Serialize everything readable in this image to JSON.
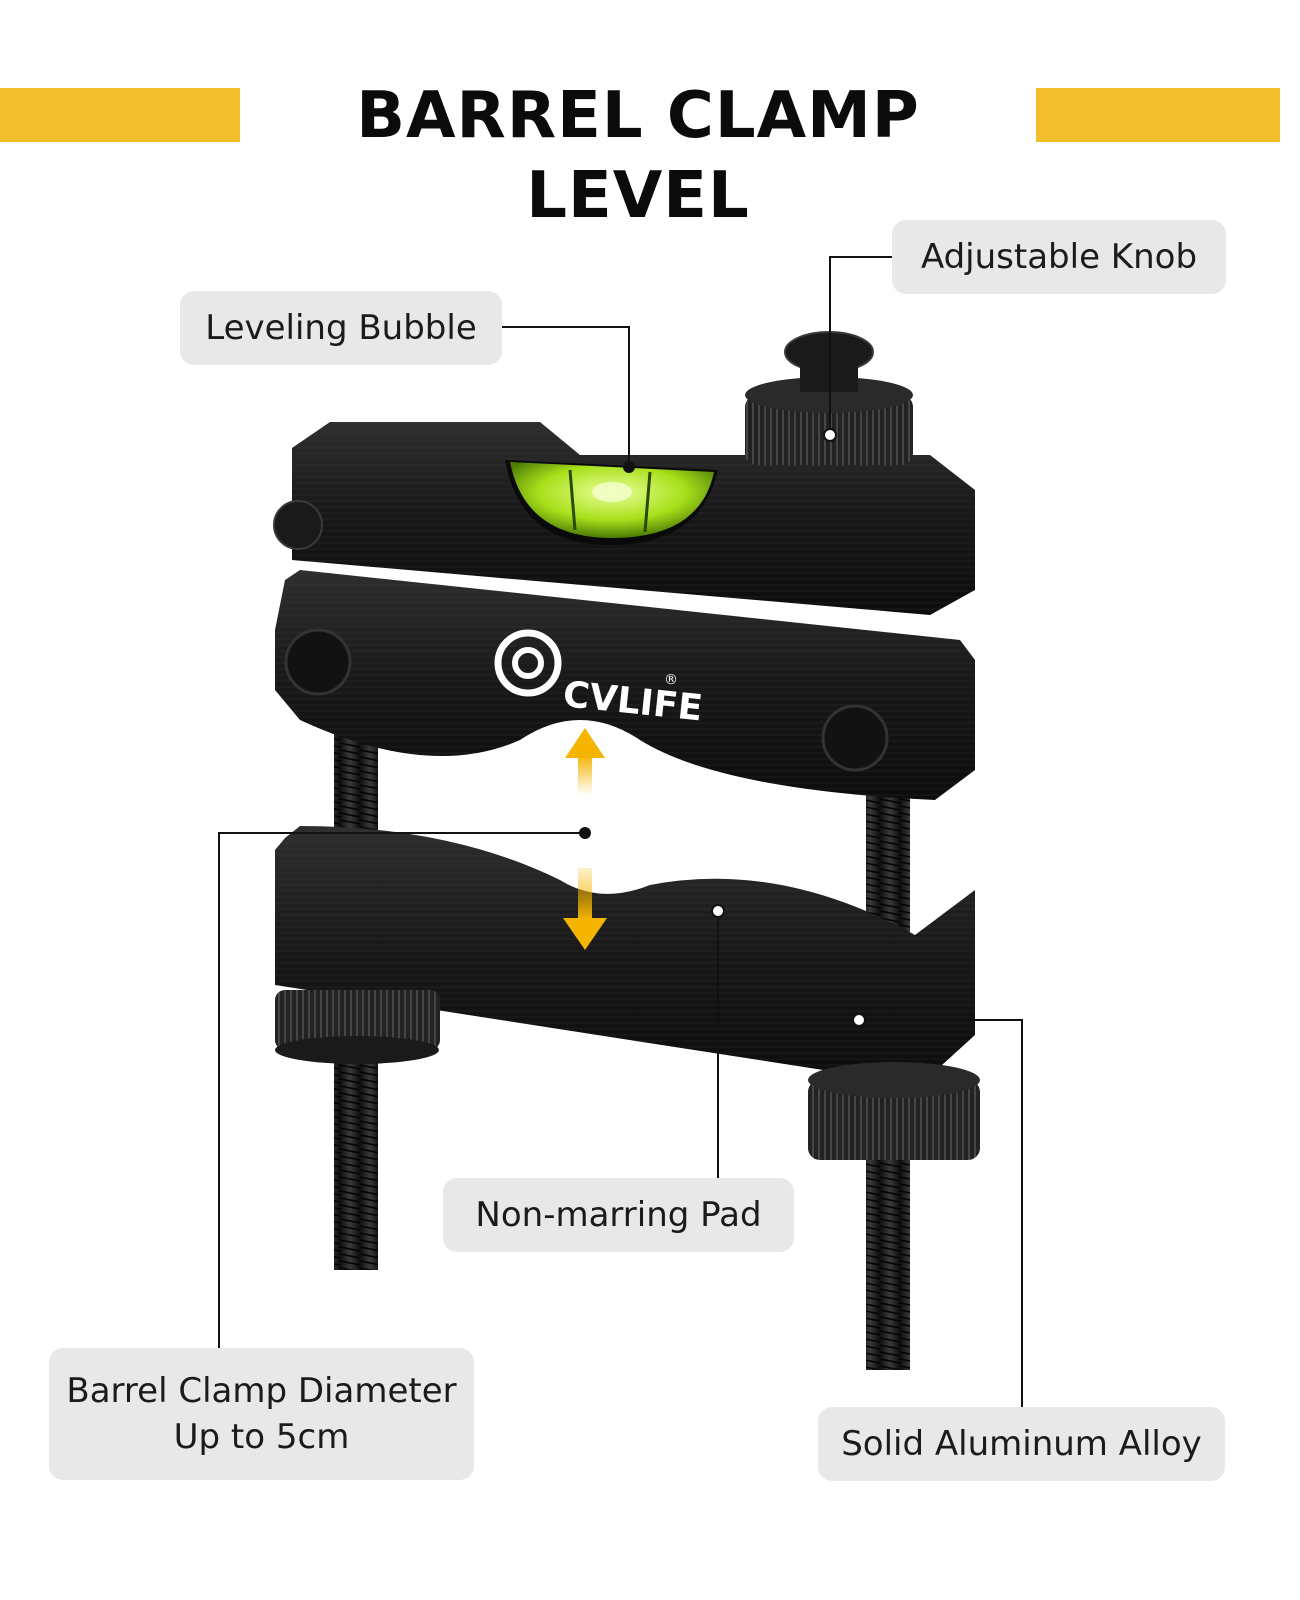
{
  "title": "BARREL CLAMP LEVEL",
  "brand": {
    "name": "CVLIFE",
    "registered": "®"
  },
  "callouts": {
    "adjustable_knob": "Adjustable Knob",
    "leveling_bubble": "Leveling Bubble",
    "non_marring_pad": "Non-marring Pad",
    "diameter_line1": "Barrel Clamp Diameter",
    "diameter_line2": "Up to 5cm",
    "aluminum_alloy": "Solid Aluminum Alloy"
  },
  "colors": {
    "accent": "#f1bf2b",
    "label_bg": "#e8e8e8",
    "arrow": "#f5b400",
    "bubble": "#a8e01a",
    "body": "#1c1c1c"
  }
}
